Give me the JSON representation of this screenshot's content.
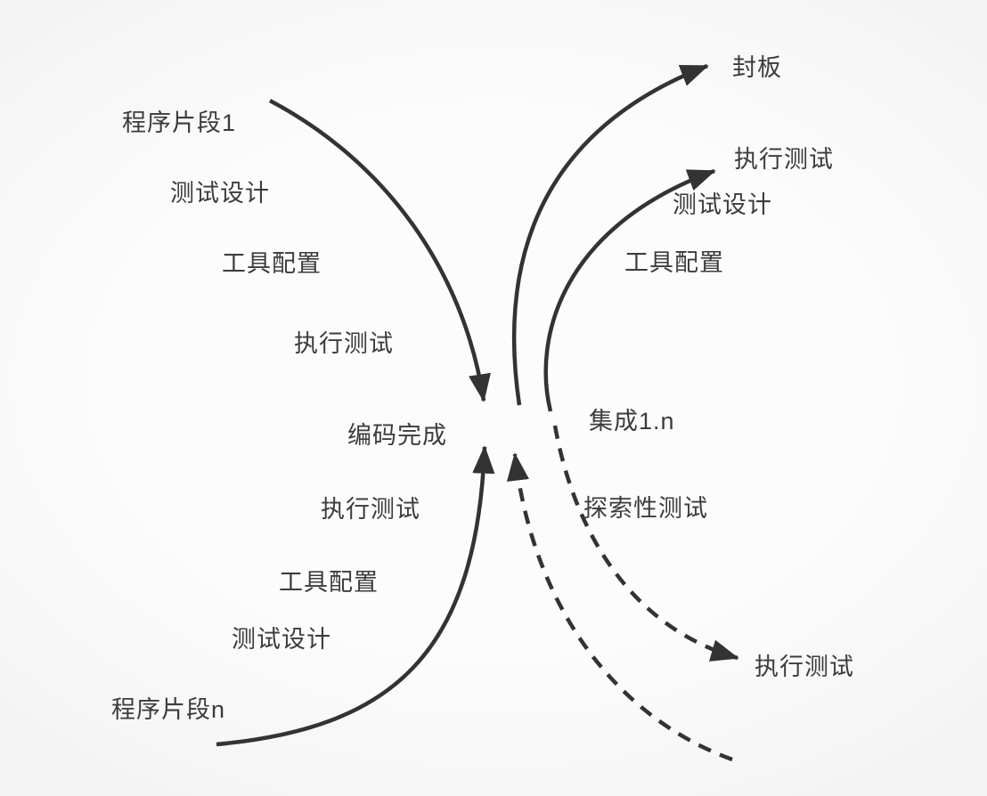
{
  "diagram": {
    "title_hint": "iterative testing flow diagram",
    "colors": {
      "background": "#fafafa",
      "line": "#333333",
      "text": "#3c3c3c"
    },
    "labels": {
      "fragment_1": "程序片段1",
      "test_design_upper_left": "测试设计",
      "tool_config_upper_left": "工具配置",
      "execute_test_upper_left": "执行测试",
      "coding_complete": "编码完成",
      "execute_test_lower_left": "执行测试",
      "tool_config_lower_left": "工具配置",
      "test_design_lower_left": "测试设计",
      "fragment_n": "程序片段n",
      "seal_board": "封板",
      "execute_test_upper_right": "执行测试",
      "test_design_right": "测试设计",
      "tool_config_right": "工具配置",
      "integration_1n": "集成1.n",
      "exploratory_test": "探索性测试",
      "execute_test_lower_right": "执行测试"
    },
    "edges": [
      {
        "from": "程序片段1",
        "to": "编码完成",
        "style": "solid",
        "via": [
          "测试设计",
          "工具配置",
          "执行测试"
        ]
      },
      {
        "from": "编码完成",
        "to": "封板",
        "style": "solid"
      },
      {
        "from": "编码完成",
        "to": "执行测试",
        "style": "solid",
        "via": [
          "工具配置",
          "测试设计"
        ]
      },
      {
        "from": "程序片段n",
        "to": "编码完成",
        "style": "solid",
        "via": [
          "测试设计",
          "工具配置",
          "执行测试"
        ]
      },
      {
        "from": "集成1.n",
        "to": "编码完成",
        "style": "dashed"
      },
      {
        "from": "编码完成",
        "to": "执行测试",
        "style": "dashed",
        "via": [
          "探索性测试"
        ]
      }
    ]
  }
}
